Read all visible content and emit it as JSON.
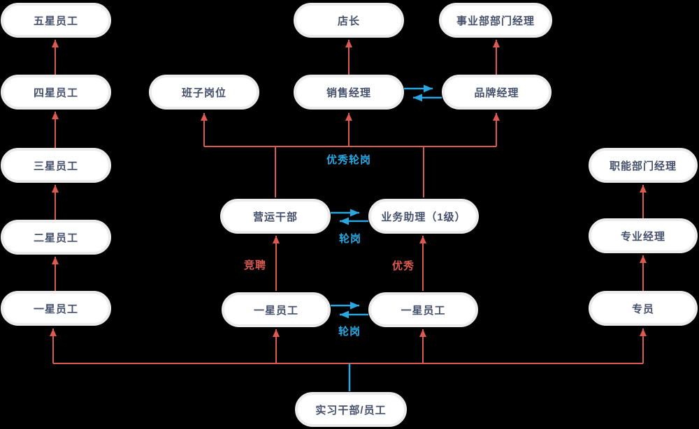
{
  "nodes": {
    "five_star": "五星员工",
    "four_star": "四星员工",
    "three_star": "三星员工",
    "two_star": "二星员工",
    "one_star_left": "一星员工",
    "banzi_position": "班子岗位",
    "store_manager": "店长",
    "sales_manager": "销售经理",
    "brand_manager": "品牌经理",
    "division_dept_manager": "事业部部门经理",
    "operations_cadre": "营运干部",
    "business_assistant_l1": "业务助理（1级）",
    "one_star_mid_left": "一星员工",
    "one_star_mid_right": "一星员工",
    "intern_staff": "实习干部/员工",
    "functional_dept_manager": "职能部门经理",
    "professional_manager": "专业经理",
    "specialist": "专员"
  },
  "edge_labels": {
    "excellent_rotation": "优秀轮岗",
    "rotation_middle": "轮岗",
    "rotation_bottom": "轮岗",
    "competition": "竞聘",
    "excellent": "优秀"
  },
  "colors": {
    "promotion": "#db5a52",
    "rotation": "#2aa7e0",
    "node-text": "#45506b",
    "node-border": "#ececec",
    "node-fill": "#ffffff",
    "background": "#000000"
  }
}
